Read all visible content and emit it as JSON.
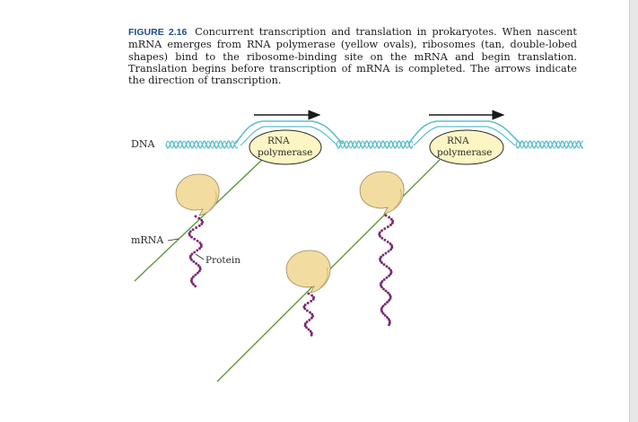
{
  "caption": {
    "figure_label": "FIGURE 2.16",
    "text": "Concurrent transcription and translation in prokaryotes. When nascent mRNA emerges from RNA polymerase (yellow ovals), ribosomes (tan, double-lobed shapes) bind to the ribosome-binding site on the mRNA and begin translation. Translation begins before transcription of mRNA is completed. The arrows indicate the direction of transcription."
  },
  "diagram": {
    "dna_label": "DNA",
    "mrna_label": "mRNA",
    "protein_label": "Protein",
    "polymerase_label_line1": "RNA",
    "polymerase_label_line2": "polymerase",
    "colors": {
      "dna": "#5bc0cf",
      "mrna": "#5a9a3c",
      "polymerase": "#fdf5c4",
      "ribosome": "#f3dca0",
      "protein": "#7b2a72"
    }
  }
}
